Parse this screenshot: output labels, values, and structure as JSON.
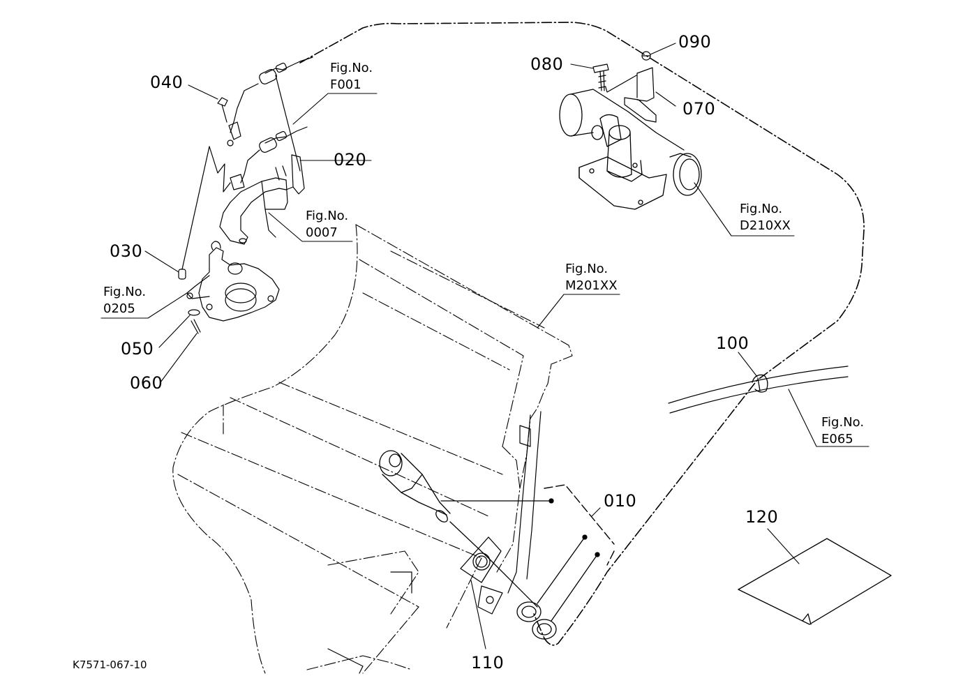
{
  "parts": {
    "p010": "010",
    "p020": "020",
    "p030": "030",
    "p040": "040",
    "p050": "050",
    "p060": "060",
    "p070": "070",
    "p080": "080",
    "p090": "090",
    "p100": "100",
    "p110": "110",
    "p120": "120"
  },
  "figure_refs": {
    "f001": {
      "line1": "Fig.No.",
      "line2": "F001"
    },
    "f0007": {
      "line1": "Fig.No.",
      "line2": "0007"
    },
    "f0205": {
      "line1": "Fig.No.",
      "line2": "0205"
    },
    "d210xx": {
      "line1": "Fig.No.",
      "line2": "D210XX"
    },
    "m201xx": {
      "line1": "Fig.No.",
      "line2": "M201XX"
    },
    "e065": {
      "line1": "Fig.No.",
      "line2": "E065"
    }
  },
  "drawing_code": "K7571-067-10",
  "colors": {
    "ink": "#000000",
    "paper": "#ffffff"
  }
}
